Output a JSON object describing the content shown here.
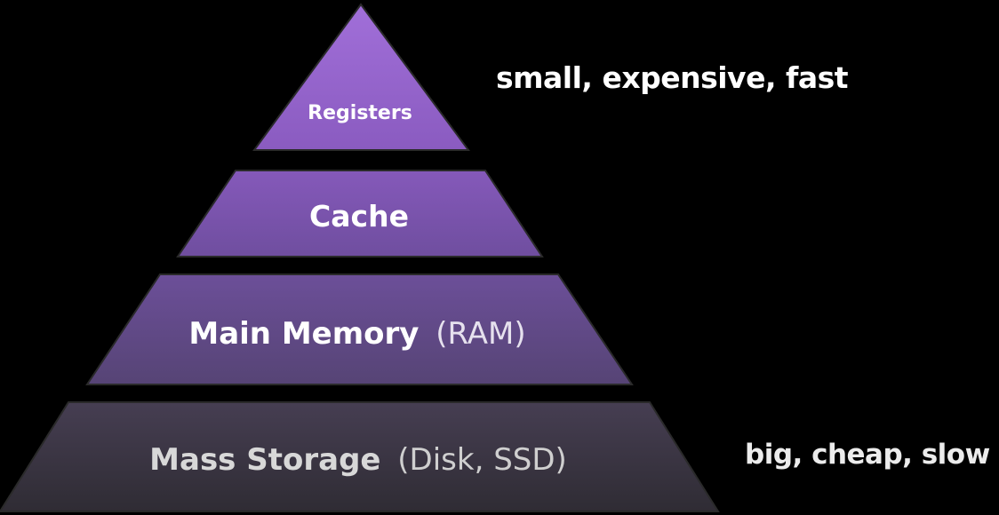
{
  "diagram": {
    "tiers": [
      {
        "label": "Registers",
        "qualifier": ""
      },
      {
        "label": "Cache",
        "qualifier": ""
      },
      {
        "label": "Main Memory",
        "qualifier": "(RAM)"
      },
      {
        "label": "Mass Storage",
        "qualifier": "(Disk, SSD)"
      }
    ],
    "annotations": {
      "top": "small, expensive, fast",
      "bottom": "big, cheap, slow"
    },
    "colors": {
      "registers": "#9a66d0",
      "cache": "#7d55b2",
      "main_memory": "#634b8c",
      "mass_storage": "#3c3742",
      "text": "#ffffff"
    }
  }
}
